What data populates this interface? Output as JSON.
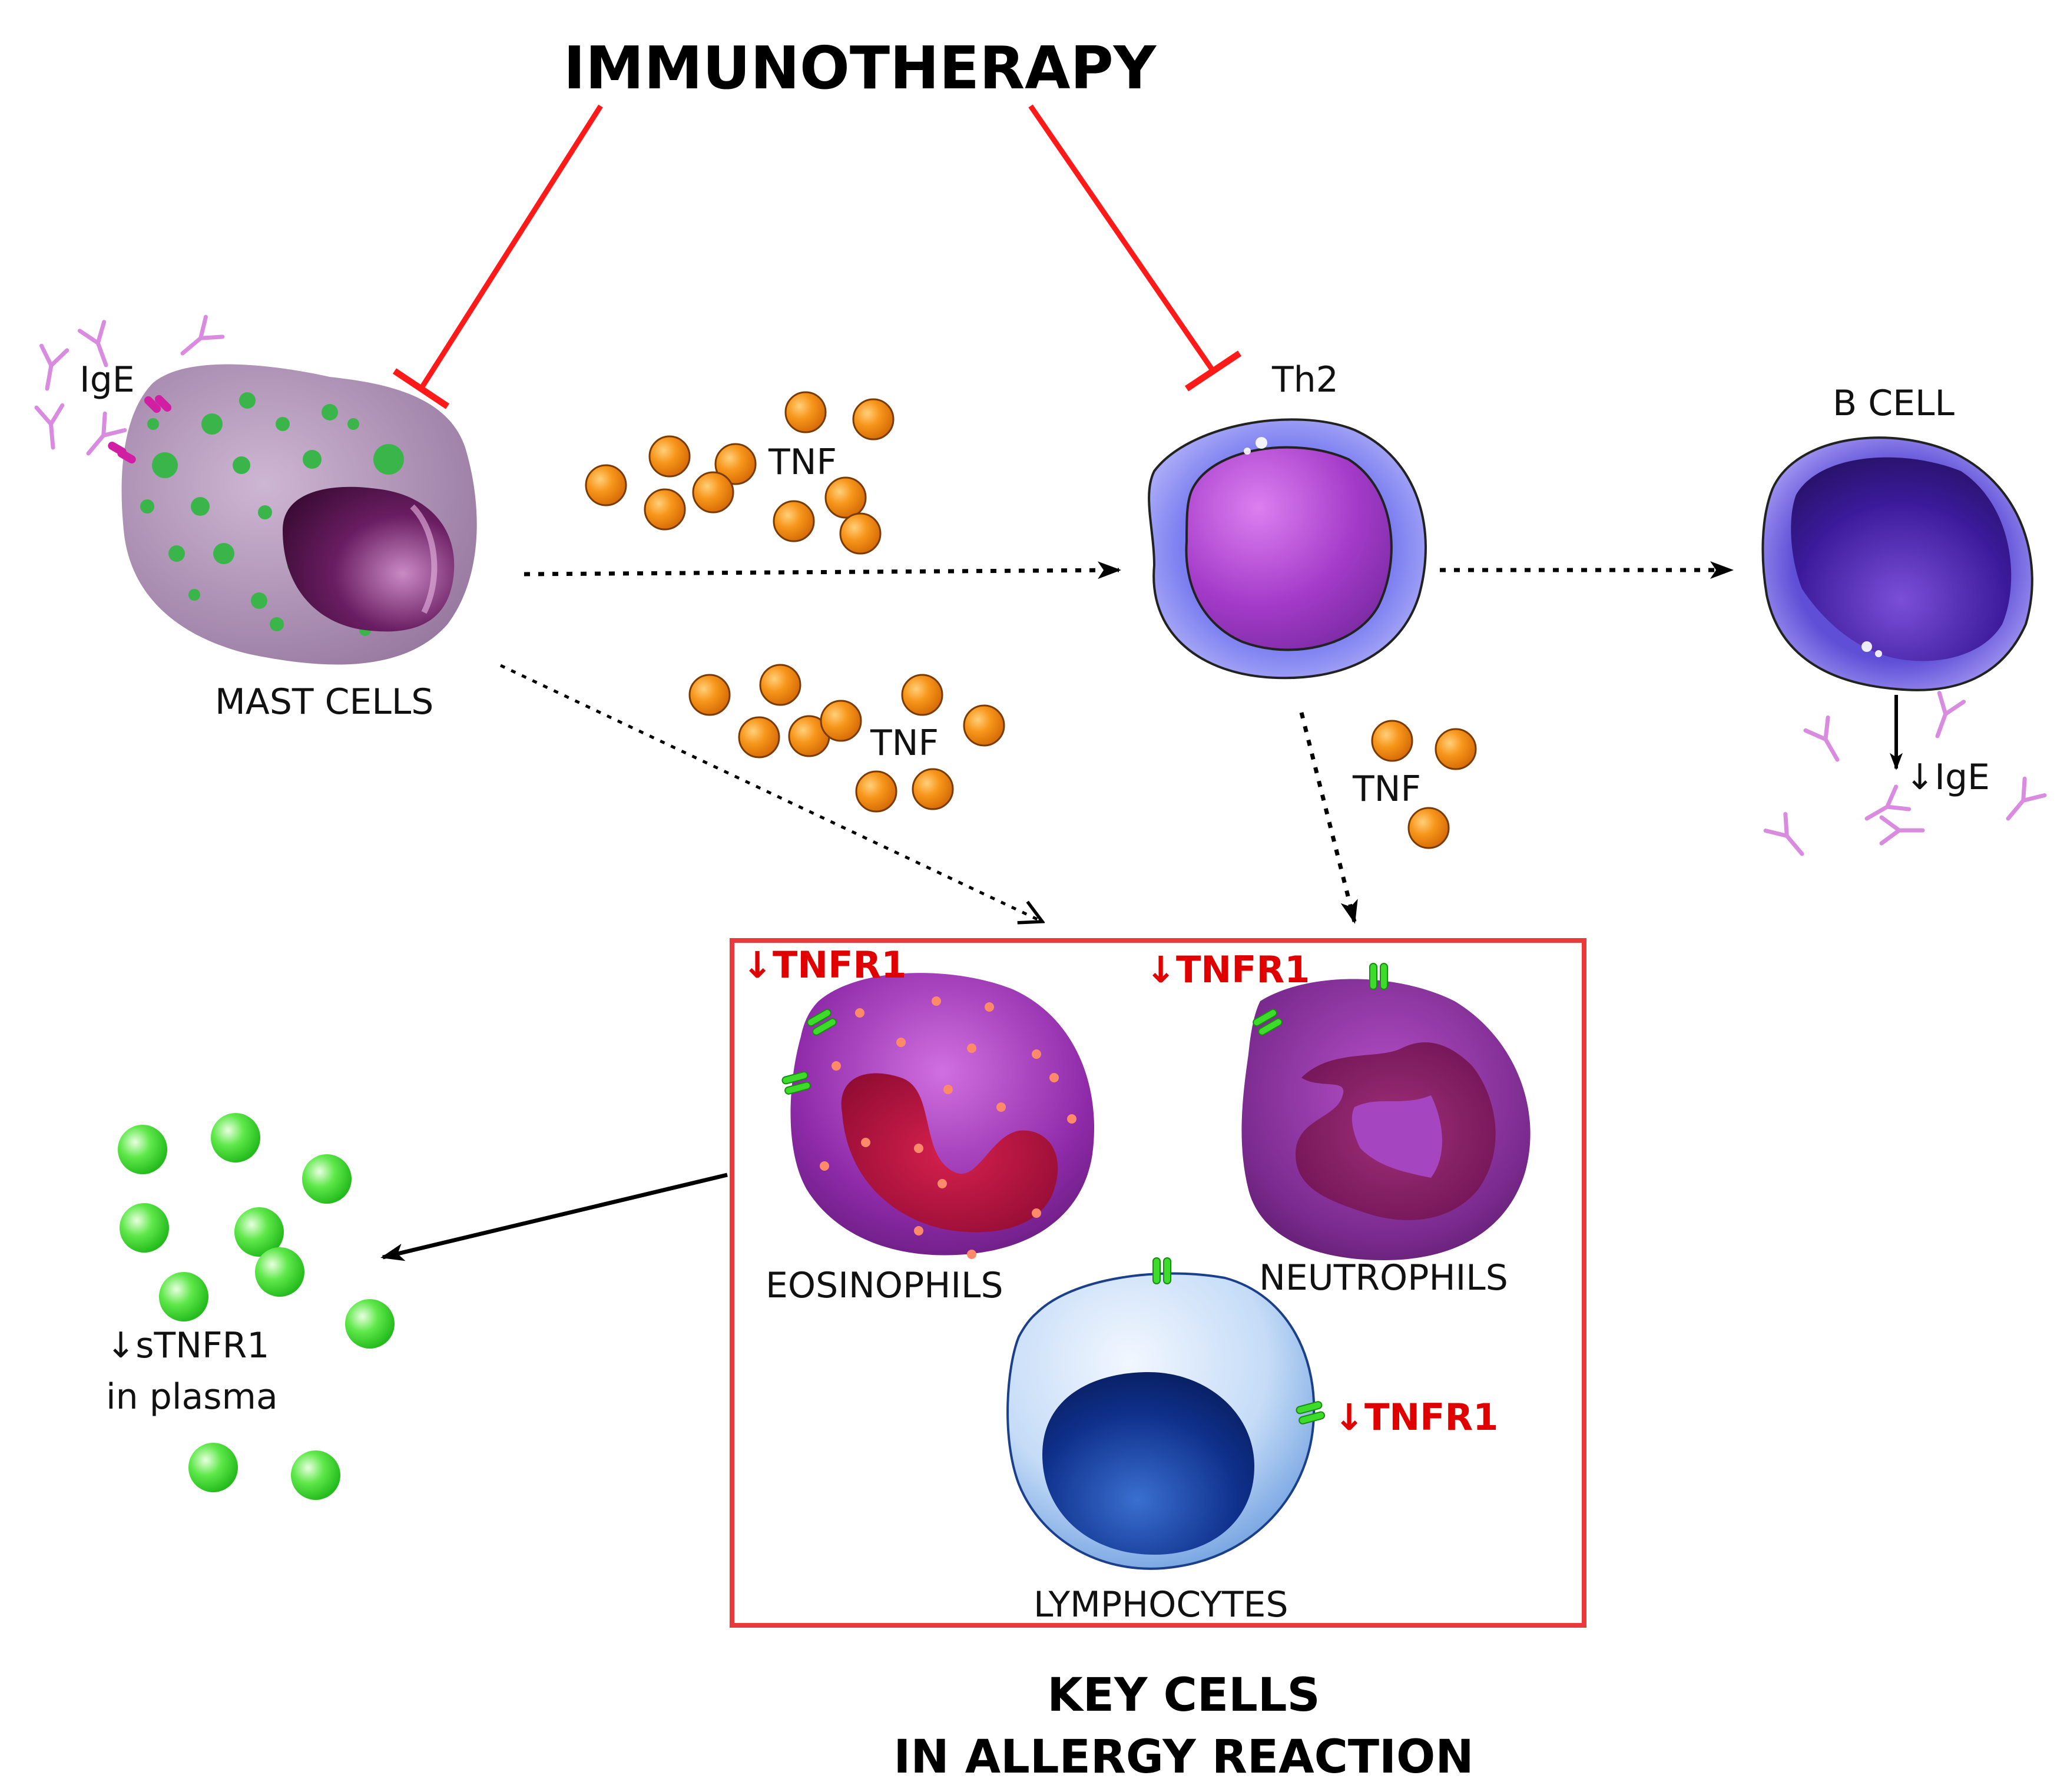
{
  "title": "IMMUNOTHERAPY",
  "labels": {
    "ige": "IgE",
    "mast_cells": "MAST CELLS",
    "th2": "Th2",
    "b_cell": "B CELL",
    "b_cell_ige": "↓IgE",
    "tnf": "TNF",
    "eosinophils": "EOSINOPHILS",
    "neutrophils": "NEUTROPHILS",
    "lymphocytes": "LYMPHOCYTES",
    "tnfr1": "↓TNFR1",
    "stnfr1_line1": "↓sTNFR1",
    "stnfr1_line2": "in plasma",
    "key_cells_line1": "KEY CELLS",
    "key_cells_line2": "IN ALLERGY REACTION"
  },
  "colors": {
    "inhibition": "#ff1a1a",
    "box": "#e8393c",
    "tnf": "#f28c14",
    "stnfr1": "#3ddc2a",
    "tnfr1_text": "#e00000",
    "antibody": "#d98be0"
  }
}
